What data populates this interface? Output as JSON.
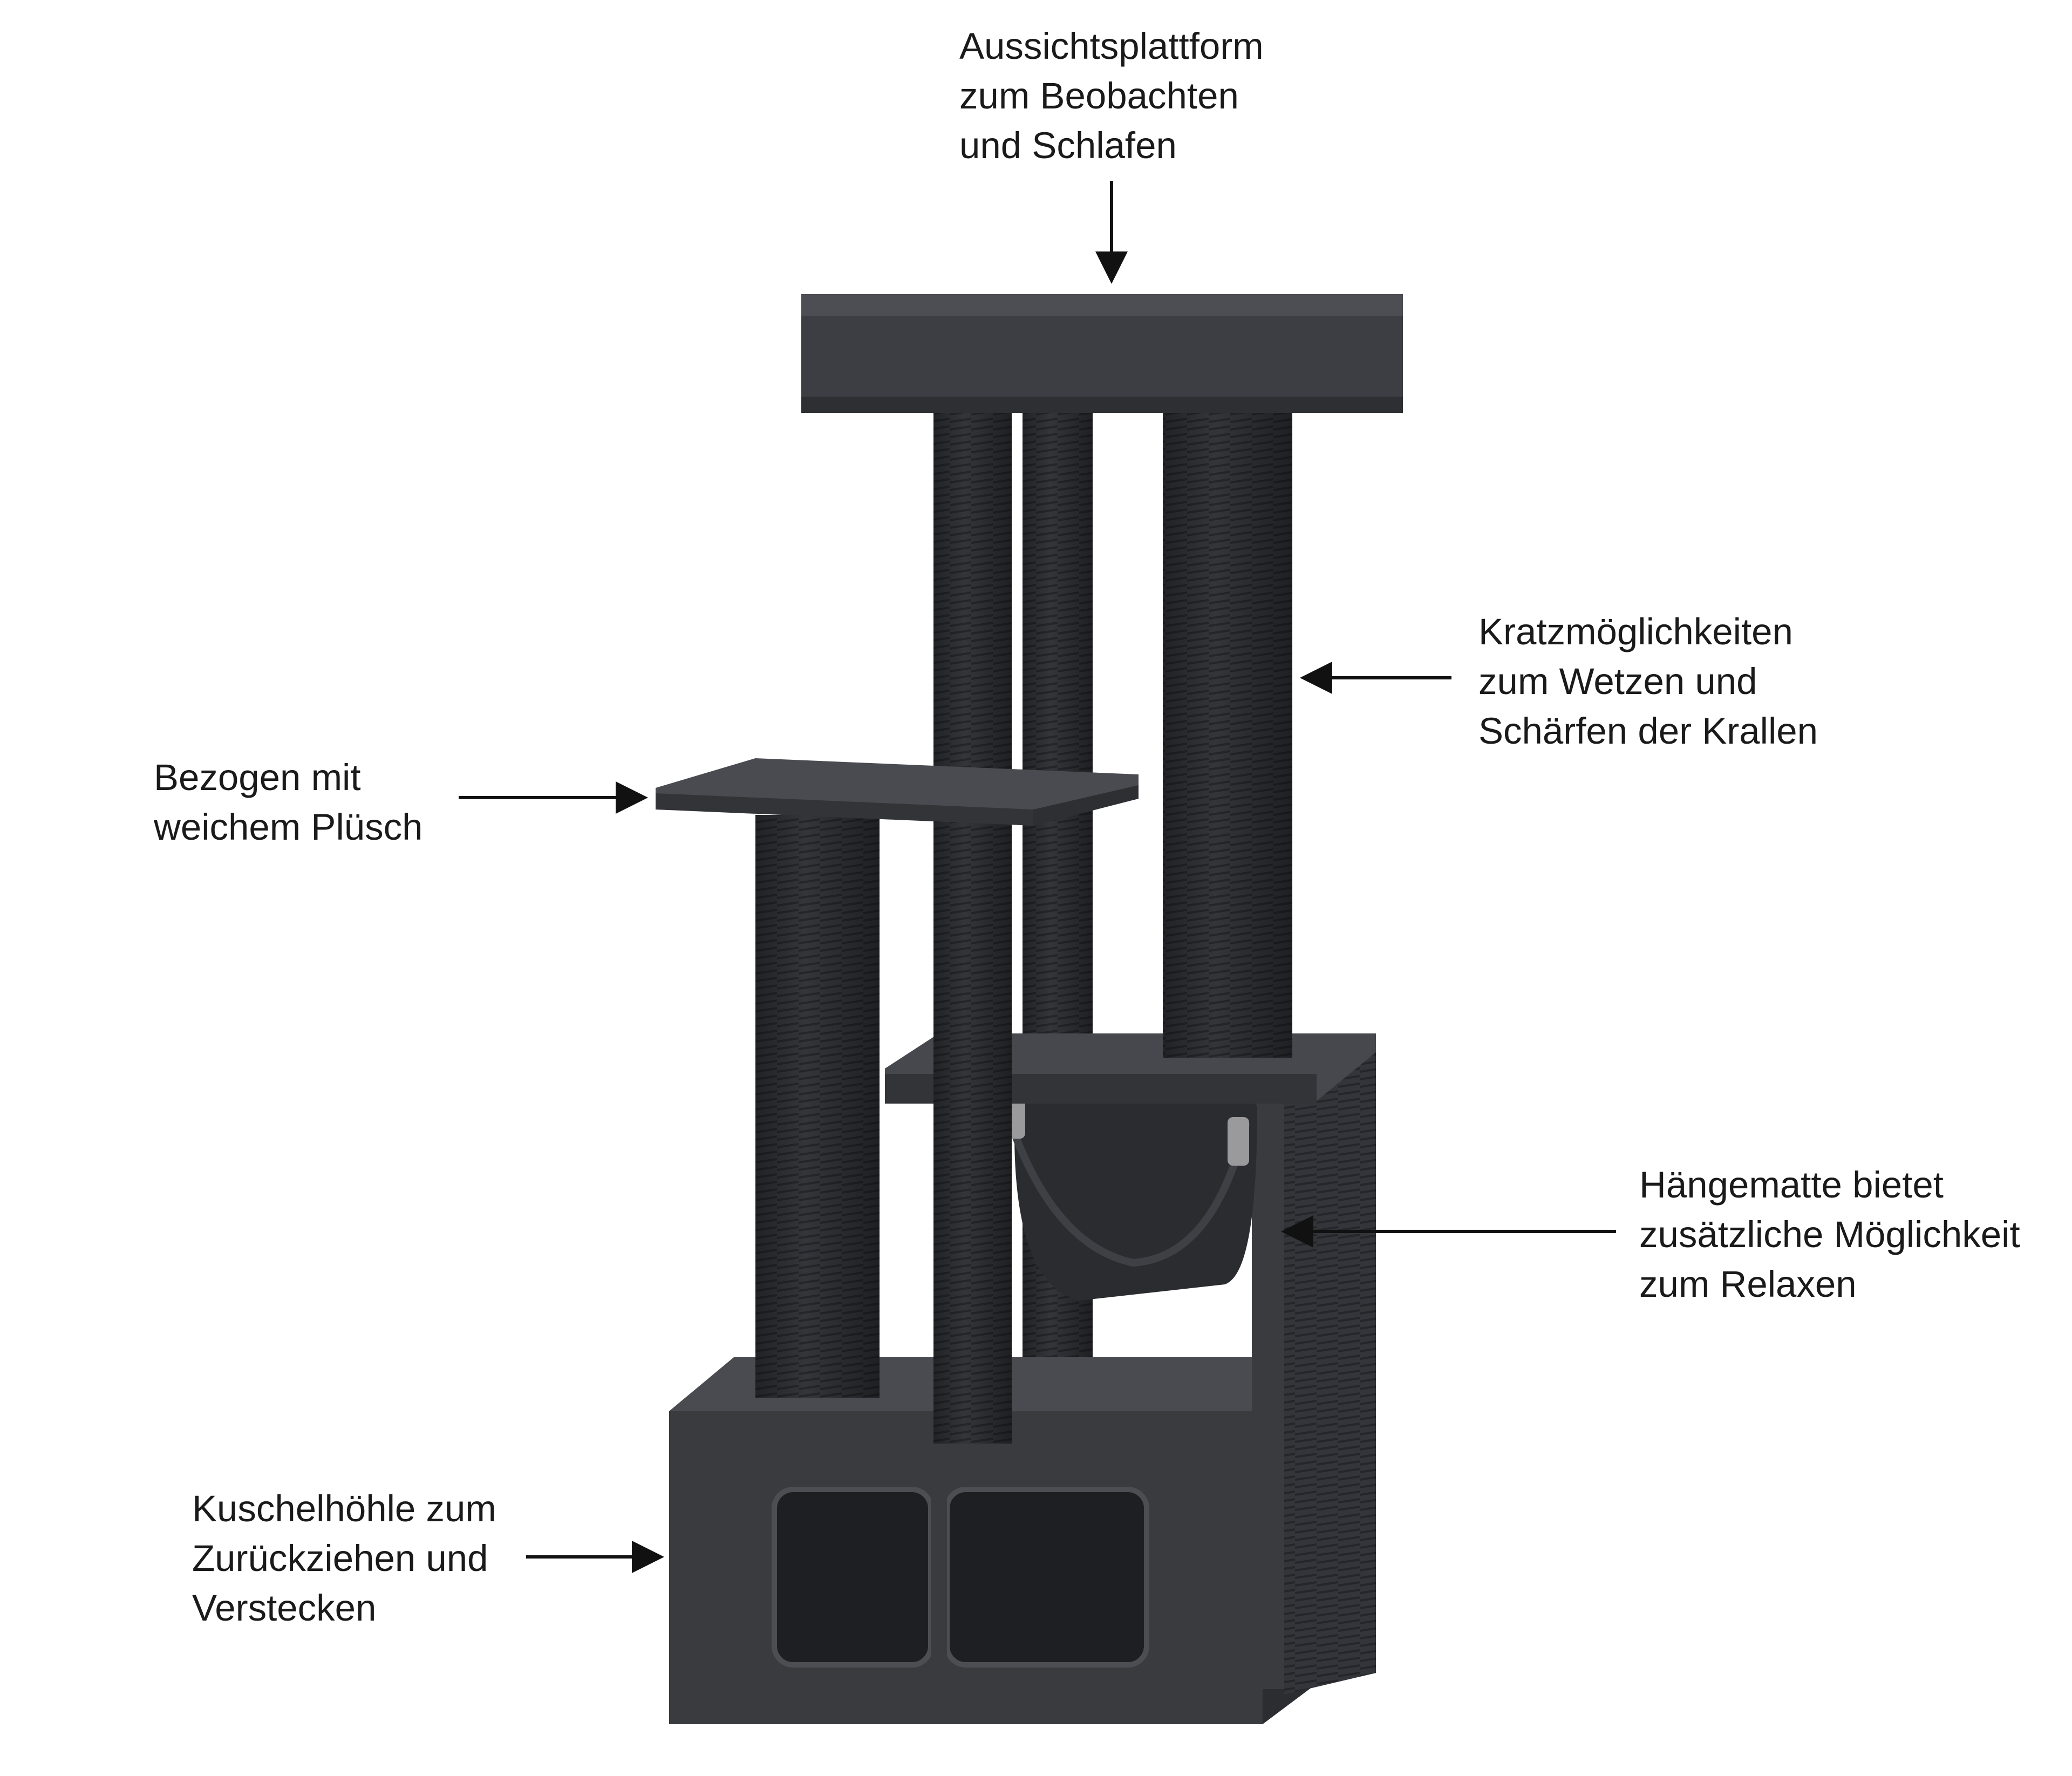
{
  "colors": {
    "background": "#ffffff",
    "plush": "#3a3b3f",
    "plush_dark": "#2a2b2e",
    "plush_light": "#4e4f54",
    "sisal": "#34353a",
    "sisal_line": "#26272b",
    "text": "#1a1a1a",
    "arrow": "#111111"
  },
  "annotations": {
    "top_platform": {
      "line1": "Aussichtsplattform",
      "line2": "zum Beobachten",
      "line3": "und Schlafen"
    },
    "scratch_posts": {
      "line1": "Kratzmöglichkeiten",
      "line2": "zum Wetzen und",
      "line3": "Schärfen der Krallen"
    },
    "plush_cover": {
      "line1": "Bezogen mit",
      "line2": "weichem Plüsch"
    },
    "hammock": {
      "line1": "Hängematte bietet",
      "line2": "zusätzliche Möglichkeit",
      "line3": "zum Relaxen"
    },
    "cave": {
      "line1": "Kuschelhöhle zum",
      "line2": "Zurückziehen und",
      "line3": "Verstecken"
    }
  }
}
